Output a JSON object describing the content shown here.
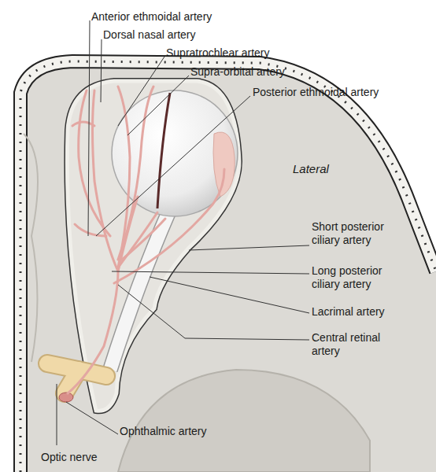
{
  "diagram": {
    "labels": [
      "Anterior ethmoidal artery",
      "Dorsal nasal artery",
      "Supratrochlear artery",
      "Supra-orbital artery",
      "Posterior ethmoidal artery",
      "Lateral",
      "Short posterior ciliary artery",
      "Long posterior ciliary artery",
      "Lacrimal artery",
      "Central retinal artery",
      "Ophthalmic artery",
      "Optic nerve"
    ]
  }
}
